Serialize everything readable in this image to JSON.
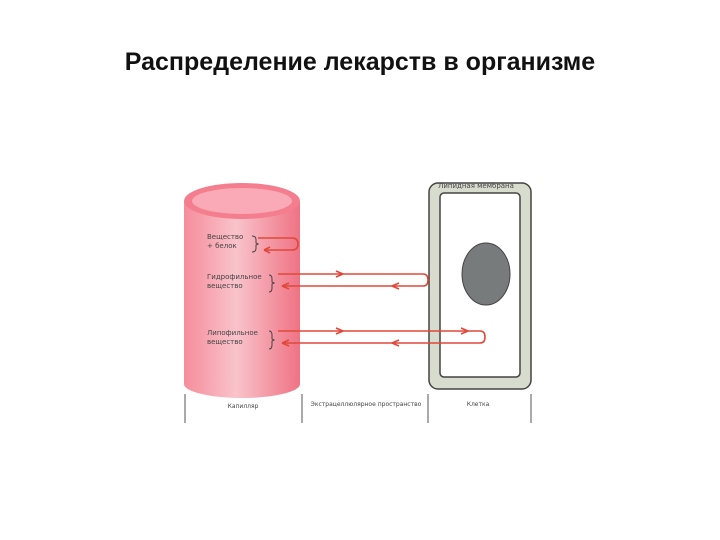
{
  "slide": {
    "title": "Распределение лекарств в организме"
  },
  "diagram": {
    "membrane_label": "Липидная мембрана",
    "substance_protein_label": [
      "Вещество",
      "+ белок"
    ],
    "hydrophilic_label": [
      "Гидрофильное",
      "вещество"
    ],
    "lipophilic_label": [
      "Липофильное",
      "вещество"
    ],
    "compartments": [
      "Капилляр",
      "Экстрацеллюлярное пространство",
      "Клетка"
    ],
    "colors": {
      "capillary": "#f07f8e",
      "capillary_light": "#f9c3cb",
      "arrows": "#e0483a",
      "cell_wall": "#d8dccf",
      "nucleus": "#777b7b",
      "outline": "#444444"
    }
  }
}
